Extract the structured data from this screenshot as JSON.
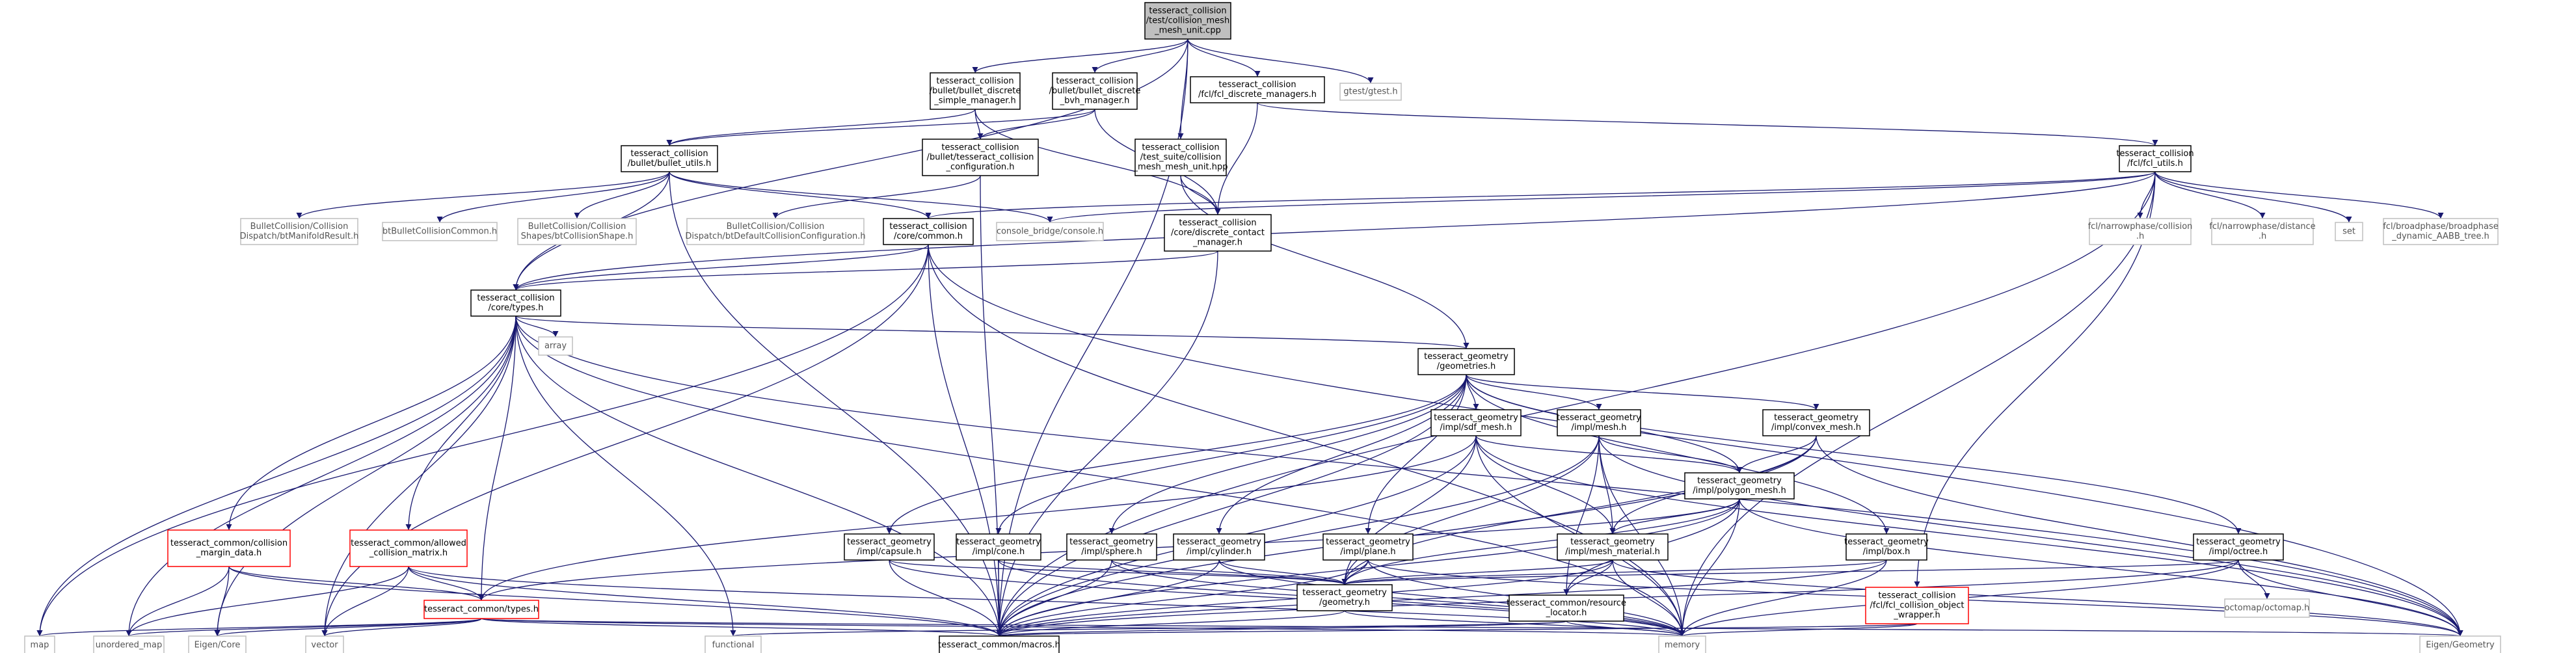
{
  "graph": {
    "root": "n_root",
    "nodes": [
      {
        "id": "n_root",
        "label": [
          "tesseract_collision",
          "/test/collision_mesh",
          "_mesh_unit.cpp"
        ],
        "style": "root"
      },
      {
        "id": "n_bdsm",
        "label": [
          "tesseract_collision",
          "/bullet/bullet_discrete",
          "_simple_manager.h"
        ],
        "style": "normal"
      },
      {
        "id": "n_bdbm",
        "label": [
          "tesseract_collision",
          "/bullet/bullet_discrete",
          "_bvh_manager.h"
        ],
        "style": "normal"
      },
      {
        "id": "n_fdm",
        "label": [
          "tesseract_collision",
          "/fcl/fcl_discrete_managers.h"
        ],
        "style": "normal"
      },
      {
        "id": "n_gtest",
        "label": [
          "gtest/gtest.h"
        ],
        "style": "external"
      },
      {
        "id": "n_bu",
        "label": [
          "tesseract_collision",
          "/bullet/bullet_utils.h"
        ],
        "style": "normal"
      },
      {
        "id": "n_btc",
        "label": [
          "tesseract_collision",
          "/bullet/tesseract_collision",
          "_configuration.h"
        ],
        "style": "normal"
      },
      {
        "id": "n_tsc",
        "label": [
          "tesseract_collision",
          "/test_suite/collision",
          "_mesh_mesh_unit.hpp"
        ],
        "style": "normal"
      },
      {
        "id": "n_fu",
        "label": [
          "tesseract_collision",
          "/fcl/fcl_utils.h"
        ],
        "style": "normal"
      },
      {
        "id": "n_btmr",
        "label": [
          "BulletCollision/Collision",
          "Dispatch/btManifoldResult.h"
        ],
        "style": "external"
      },
      {
        "id": "n_btcc",
        "label": [
          "btBulletCollisionCommon.h"
        ],
        "style": "external"
      },
      {
        "id": "n_btcs",
        "label": [
          "BulletCollision/Collision",
          "Shapes/btCollisionShape.h"
        ],
        "style": "external"
      },
      {
        "id": "n_btdc",
        "label": [
          "BulletCollision/Collision",
          "Dispatch/btDefaultCollisionConfiguration.h"
        ],
        "style": "external"
      },
      {
        "id": "n_cc",
        "label": [
          "tesseract_collision",
          "/core/common.h"
        ],
        "style": "normal"
      },
      {
        "id": "n_cb",
        "label": [
          "console_bridge/console.h"
        ],
        "style": "external"
      },
      {
        "id": "n_dcm",
        "label": [
          "tesseract_collision",
          "/core/discrete_contact",
          "_manager.h"
        ],
        "style": "normal"
      },
      {
        "id": "n_fclcol",
        "label": [
          "fcl/narrowphase/collision",
          ".h"
        ],
        "style": "external"
      },
      {
        "id": "n_fcldist",
        "label": [
          "fcl/narrowphase/distance",
          ".h"
        ],
        "style": "external"
      },
      {
        "id": "n_set",
        "label": [
          "set"
        ],
        "style": "external"
      },
      {
        "id": "n_fclbp",
        "label": [
          "fcl/broadphase/broadphase",
          "_dynamic_AABB_tree.h"
        ],
        "style": "external"
      },
      {
        "id": "n_ct",
        "label": [
          "tesseract_collision",
          "/core/types.h"
        ],
        "style": "normal"
      },
      {
        "id": "n_array",
        "label": [
          "array"
        ],
        "style": "external"
      },
      {
        "id": "n_geoms",
        "label": [
          "tesseract_geometry",
          "/geometries.h"
        ],
        "style": "normal"
      },
      {
        "id": "n_sdf",
        "label": [
          "tesseract_geometry",
          "/impl/sdf_mesh.h"
        ],
        "style": "normal"
      },
      {
        "id": "n_mesh",
        "label": [
          "tesseract_geometry",
          "/impl/mesh.h"
        ],
        "style": "normal"
      },
      {
        "id": "n_convex",
        "label": [
          "tesseract_geometry",
          "/impl/convex_mesh.h"
        ],
        "style": "normal"
      },
      {
        "id": "n_poly",
        "label": [
          "tesseract_geometry",
          "/impl/polygon_mesh.h"
        ],
        "style": "normal"
      },
      {
        "id": "n_mmat",
        "label": [
          "tesseract_geometry",
          "/impl/mesh_material.h"
        ],
        "style": "normal"
      },
      {
        "id": "n_box",
        "label": [
          "tesseract_geometry",
          "/impl/box.h"
        ],
        "style": "normal"
      },
      {
        "id": "n_octree",
        "label": [
          "tesseract_geometry",
          "/impl/octree.h"
        ],
        "style": "normal"
      },
      {
        "id": "n_capsule",
        "label": [
          "tesseract_geometry",
          "/impl/capsule.h"
        ],
        "style": "normal"
      },
      {
        "id": "n_cone",
        "label": [
          "tesseract_geometry",
          "/impl/cone.h"
        ],
        "style": "normal"
      },
      {
        "id": "n_sphere",
        "label": [
          "tesseract_geometry",
          "/impl/sphere.h"
        ],
        "style": "normal"
      },
      {
        "id": "n_cyl",
        "label": [
          "tesseract_geometry",
          "/impl/cylinder.h"
        ],
        "style": "normal"
      },
      {
        "id": "n_plane",
        "label": [
          "tesseract_geometry",
          "/impl/plane.h"
        ],
        "style": "normal"
      },
      {
        "id": "n_geom",
        "label": [
          "tesseract_geometry",
          "/geometry.h"
        ],
        "style": "normal"
      },
      {
        "id": "n_rl",
        "label": [
          "tesseract_common/resource",
          "_locator.h"
        ],
        "style": "normal"
      },
      {
        "id": "n_fclw",
        "label": [
          "tesseract_collision",
          "/fcl/fcl_collision_object",
          "_wrapper.h"
        ],
        "style": "red"
      },
      {
        "id": "n_octomap",
        "label": [
          "octomap/octomap.h"
        ],
        "style": "external"
      },
      {
        "id": "n_cmd",
        "label": [
          "tesseract_common/collision",
          "_margin_data.h"
        ],
        "style": "red"
      },
      {
        "id": "n_acm",
        "label": [
          "tesseract_common/allowed",
          "_collision_matrix.h"
        ],
        "style": "red"
      },
      {
        "id": "n_types",
        "label": [
          "tesseract_common/types.h"
        ],
        "style": "red"
      },
      {
        "id": "n_map",
        "label": [
          "map"
        ],
        "style": "external"
      },
      {
        "id": "n_umap",
        "label": [
          "unordered_map"
        ],
        "style": "external"
      },
      {
        "id": "n_eigencore",
        "label": [
          "Eigen/Core"
        ],
        "style": "external"
      },
      {
        "id": "n_vector",
        "label": [
          "vector"
        ],
        "style": "external"
      },
      {
        "id": "n_functional",
        "label": [
          "functional"
        ],
        "style": "external"
      },
      {
        "id": "n_macros",
        "label": [
          "tesseract_common/macros.h"
        ],
        "style": "normal"
      },
      {
        "id": "n_memory",
        "label": [
          "memory"
        ],
        "style": "external"
      },
      {
        "id": "n_eigengeom",
        "label": [
          "Eigen/Geometry"
        ],
        "style": "external"
      }
    ],
    "edges": [
      [
        "n_root",
        "n_bdsm"
      ],
      [
        "n_root",
        "n_bdbm"
      ],
      [
        "n_root",
        "n_fdm"
      ],
      [
        "n_root",
        "n_gtest"
      ],
      [
        "n_root",
        "n_tsc"
      ],
      [
        "n_root",
        "n_ct"
      ],
      [
        "n_root",
        "n_macros"
      ],
      [
        "n_bdsm",
        "n_bu"
      ],
      [
        "n_bdsm",
        "n_btc"
      ],
      [
        "n_bdsm",
        "n_dcm"
      ],
      [
        "n_bdbm",
        "n_bu"
      ],
      [
        "n_bdbm",
        "n_btc"
      ],
      [
        "n_bdbm",
        "n_dcm"
      ],
      [
        "n_fdm",
        "n_fu"
      ],
      [
        "n_fdm",
        "n_dcm"
      ],
      [
        "n_bu",
        "n_btmr"
      ],
      [
        "n_bu",
        "n_btcc"
      ],
      [
        "n_bu",
        "n_btcs"
      ],
      [
        "n_bu",
        "n_cc"
      ],
      [
        "n_bu",
        "n_cb"
      ],
      [
        "n_bu",
        "n_ct"
      ],
      [
        "n_bu",
        "n_macros"
      ],
      [
        "n_btc",
        "n_btdc"
      ],
      [
        "n_btc",
        "n_macros"
      ],
      [
        "n_tsc",
        "n_dcm"
      ],
      [
        "n_tsc",
        "n_geoms"
      ],
      [
        "n_fu",
        "n_fclcol"
      ],
      [
        "n_fu",
        "n_fcldist"
      ],
      [
        "n_fu",
        "n_set"
      ],
      [
        "n_fu",
        "n_fclbp"
      ],
      [
        "n_fu",
        "n_cc"
      ],
      [
        "n_fu",
        "n_cb"
      ],
      [
        "n_fu",
        "n_ct"
      ],
      [
        "n_fu",
        "n_fclw"
      ],
      [
        "n_fu",
        "n_memory"
      ],
      [
        "n_fu",
        "n_macros"
      ],
      [
        "n_cc",
        "n_ct"
      ],
      [
        "n_cc",
        "n_map"
      ],
      [
        "n_cc",
        "n_vector"
      ],
      [
        "n_cc",
        "n_macros"
      ],
      [
        "n_cc",
        "n_eigengeom"
      ],
      [
        "n_cc",
        "n_memory"
      ],
      [
        "n_dcm",
        "n_ct"
      ],
      [
        "n_dcm",
        "n_macros"
      ],
      [
        "n_ct",
        "n_array"
      ],
      [
        "n_ct",
        "n_geoms"
      ],
      [
        "n_ct",
        "n_cmd"
      ],
      [
        "n_ct",
        "n_acm"
      ],
      [
        "n_ct",
        "n_types"
      ],
      [
        "n_ct",
        "n_map"
      ],
      [
        "n_ct",
        "n_umap"
      ],
      [
        "n_ct",
        "n_eigencore"
      ],
      [
        "n_ct",
        "n_vector"
      ],
      [
        "n_ct",
        "n_functional"
      ],
      [
        "n_ct",
        "n_macros"
      ],
      [
        "n_ct",
        "n_memory"
      ],
      [
        "n_ct",
        "n_eigengeom"
      ],
      [
        "n_geoms",
        "n_sdf"
      ],
      [
        "n_geoms",
        "n_mesh"
      ],
      [
        "n_geoms",
        "n_convex"
      ],
      [
        "n_geoms",
        "n_poly"
      ],
      [
        "n_geoms",
        "n_box"
      ],
      [
        "n_geoms",
        "n_octree"
      ],
      [
        "n_geoms",
        "n_capsule"
      ],
      [
        "n_geoms",
        "n_cone"
      ],
      [
        "n_geoms",
        "n_sphere"
      ],
      [
        "n_geoms",
        "n_cyl"
      ],
      [
        "n_geoms",
        "n_plane"
      ],
      [
        "n_geoms",
        "n_macros"
      ],
      [
        "n_sdf",
        "n_poly"
      ],
      [
        "n_sdf",
        "n_mmat"
      ],
      [
        "n_sdf",
        "n_geom"
      ],
      [
        "n_sdf",
        "n_types"
      ],
      [
        "n_sdf",
        "n_macros"
      ],
      [
        "n_sdf",
        "n_memory"
      ],
      [
        "n_sdf",
        "n_eigengeom"
      ],
      [
        "n_mesh",
        "n_poly"
      ],
      [
        "n_mesh",
        "n_mmat"
      ],
      [
        "n_mesh",
        "n_geom"
      ],
      [
        "n_mesh",
        "n_rl"
      ],
      [
        "n_mesh",
        "n_macros"
      ],
      [
        "n_mesh",
        "n_memory"
      ],
      [
        "n_mesh",
        "n_eigengeom"
      ],
      [
        "n_convex",
        "n_poly"
      ],
      [
        "n_convex",
        "n_mmat"
      ],
      [
        "n_convex",
        "n_geom"
      ],
      [
        "n_convex",
        "n_macros"
      ],
      [
        "n_convex",
        "n_eigengeom"
      ],
      [
        "n_poly",
        "n_mmat"
      ],
      [
        "n_poly",
        "n_geom"
      ],
      [
        "n_poly",
        "n_rl"
      ],
      [
        "n_poly",
        "n_types"
      ],
      [
        "n_poly",
        "n_macros"
      ],
      [
        "n_poly",
        "n_memory"
      ],
      [
        "n_poly",
        "n_eigengeom"
      ],
      [
        "n_mmat",
        "n_geom"
      ],
      [
        "n_mmat",
        "n_rl"
      ],
      [
        "n_mmat",
        "n_macros"
      ],
      [
        "n_mmat",
        "n_memory"
      ],
      [
        "n_mmat",
        "n_eigengeom"
      ],
      [
        "n_box",
        "n_geom"
      ],
      [
        "n_box",
        "n_macros"
      ],
      [
        "n_box",
        "n_memory"
      ],
      [
        "n_octree",
        "n_octomap"
      ],
      [
        "n_octree",
        "n_geom"
      ],
      [
        "n_octree",
        "n_macros"
      ],
      [
        "n_octree",
        "n_memory"
      ],
      [
        "n_octree",
        "n_eigengeom"
      ],
      [
        "n_capsule",
        "n_geom"
      ],
      [
        "n_capsule",
        "n_macros"
      ],
      [
        "n_capsule",
        "n_memory"
      ],
      [
        "n_cone",
        "n_geom"
      ],
      [
        "n_cone",
        "n_macros"
      ],
      [
        "n_cone",
        "n_memory"
      ],
      [
        "n_sphere",
        "n_geom"
      ],
      [
        "n_sphere",
        "n_macros"
      ],
      [
        "n_sphere",
        "n_memory"
      ],
      [
        "n_cyl",
        "n_geom"
      ],
      [
        "n_cyl",
        "n_macros"
      ],
      [
        "n_cyl",
        "n_memory"
      ],
      [
        "n_plane",
        "n_geom"
      ],
      [
        "n_plane",
        "n_macros"
      ],
      [
        "n_plane",
        "n_memory"
      ],
      [
        "n_plane",
        "n_eigengeom"
      ],
      [
        "n_geom",
        "n_macros"
      ],
      [
        "n_geom",
        "n_memory"
      ],
      [
        "n_rl",
        "n_macros"
      ],
      [
        "n_rl",
        "n_memory"
      ],
      [
        "n_rl",
        "n_functional"
      ],
      [
        "n_fclw",
        "n_macros"
      ],
      [
        "n_fclw",
        "n_memory"
      ],
      [
        "n_cmd",
        "n_types"
      ],
      [
        "n_cmd",
        "n_umap"
      ],
      [
        "n_cmd",
        "n_eigencore"
      ],
      [
        "n_cmd",
        "n_macros"
      ],
      [
        "n_acm",
        "n_types"
      ],
      [
        "n_acm",
        "n_vector"
      ],
      [
        "n_acm",
        "n_umap"
      ],
      [
        "n_acm",
        "n_macros"
      ],
      [
        "n_acm",
        "n_memory"
      ],
      [
        "n_types",
        "n_map"
      ],
      [
        "n_types",
        "n_umap"
      ],
      [
        "n_types",
        "n_eigencore"
      ],
      [
        "n_types",
        "n_vector"
      ],
      [
        "n_types",
        "n_macros"
      ],
      [
        "n_types",
        "n_memory"
      ],
      [
        "n_types",
        "n_eigengeom"
      ]
    ]
  },
  "colors": {
    "edge": "#191970",
    "root_fill": "#bfbfbf",
    "normal_border": "#000000",
    "red_border": "#ff0000",
    "external_border": "#bfbfbf",
    "background": "#ffffff"
  }
}
